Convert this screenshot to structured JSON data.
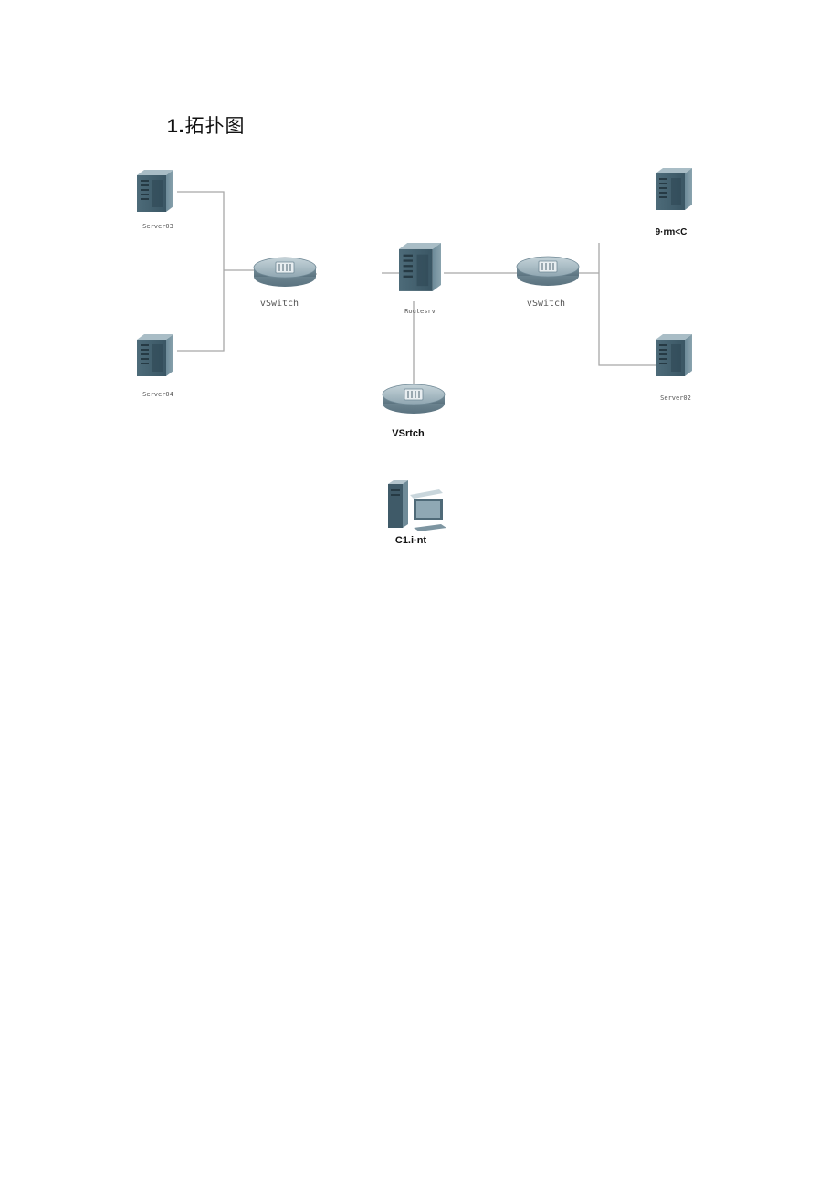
{
  "heading": {
    "number": "1.",
    "text": "拓扑图"
  },
  "nodes": {
    "server03": {
      "label": "Server03",
      "icon": "server-tower-icon"
    },
    "server04": {
      "label": "Server04",
      "icon": "server-tower-icon"
    },
    "vswitch_left": {
      "label": "vSwitch",
      "icon": "switch-icon"
    },
    "router": {
      "label": "Routesrv",
      "icon": "server-tower-icon"
    },
    "vswitch_right": {
      "label": "vSwitch",
      "icon": "switch-icon"
    },
    "server_top_right": {
      "label": "9·rm<C",
      "icon": "server-tower-icon"
    },
    "server02": {
      "label": "Server02",
      "icon": "server-tower-icon"
    },
    "vswitch_bottom": {
      "label": "VSrtch",
      "icon": "switch-icon"
    },
    "client": {
      "label": "C1.i·nt",
      "icon": "workstation-icon"
    }
  },
  "colors": {
    "link": "#a8a8a8",
    "device_dark": "#3f5a68",
    "device_mid": "#5e7d8c",
    "device_light": "#9fb6c1",
    "switch_body": "#8fa6b1"
  }
}
